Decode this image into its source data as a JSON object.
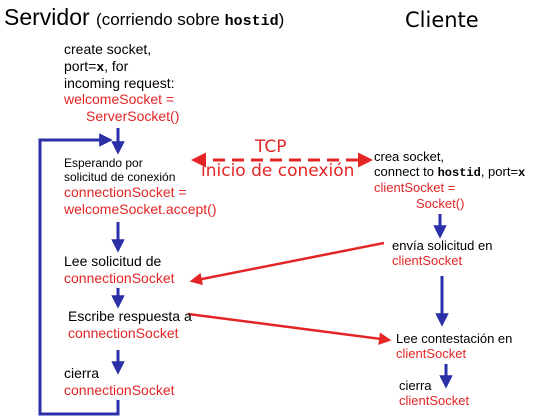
{
  "server_title": {
    "main": "Servidor",
    "paren_open": "(corriendo sobre ",
    "host": "hostid",
    "paren_close": ")"
  },
  "client_title": "Cliente",
  "tcp": {
    "line1": "TCP",
    "line2": "inicio de conexión"
  },
  "server": {
    "create": {
      "line1": "create socket,",
      "line2_prefix": "port=",
      "line2_port": "x",
      "line2_suffix": ", for",
      "line3": "incoming request:",
      "line4": "welcomeSocket =",
      "line5": "ServerSocket()"
    },
    "wait": {
      "line1": "Esperando por",
      "line2": "solicitud de conexión",
      "line3": "connectionSocket =",
      "line4": "welcomeSocket.accept()"
    },
    "read": {
      "line1": "Lee solicitud de",
      "line2": "connectionSocket"
    },
    "write": {
      "line1": "Escribe respuesta a",
      "line2": "connectionSocket"
    },
    "close": {
      "line1": "cierra",
      "line2": "connectionSocket"
    }
  },
  "client": {
    "create": {
      "line1": "crea socket,",
      "line2_prefix": "connect to ",
      "line2_host": "hostid",
      "line2_mid": ", port=",
      "line2_port": "x",
      "line3": "clientSocket =",
      "line4": "Socket()"
    },
    "send": {
      "line1": "envía solicitud en",
      "line2": "clientSocket"
    },
    "read": {
      "line1": "Lee contestación en",
      "line2": "clientSocket"
    },
    "close": {
      "line1": "cierra",
      "line2": "clientSocket"
    }
  },
  "colors": {
    "text": "#000000",
    "accent_red": "#e32525",
    "flow_blue": "#2b2fa8"
  }
}
